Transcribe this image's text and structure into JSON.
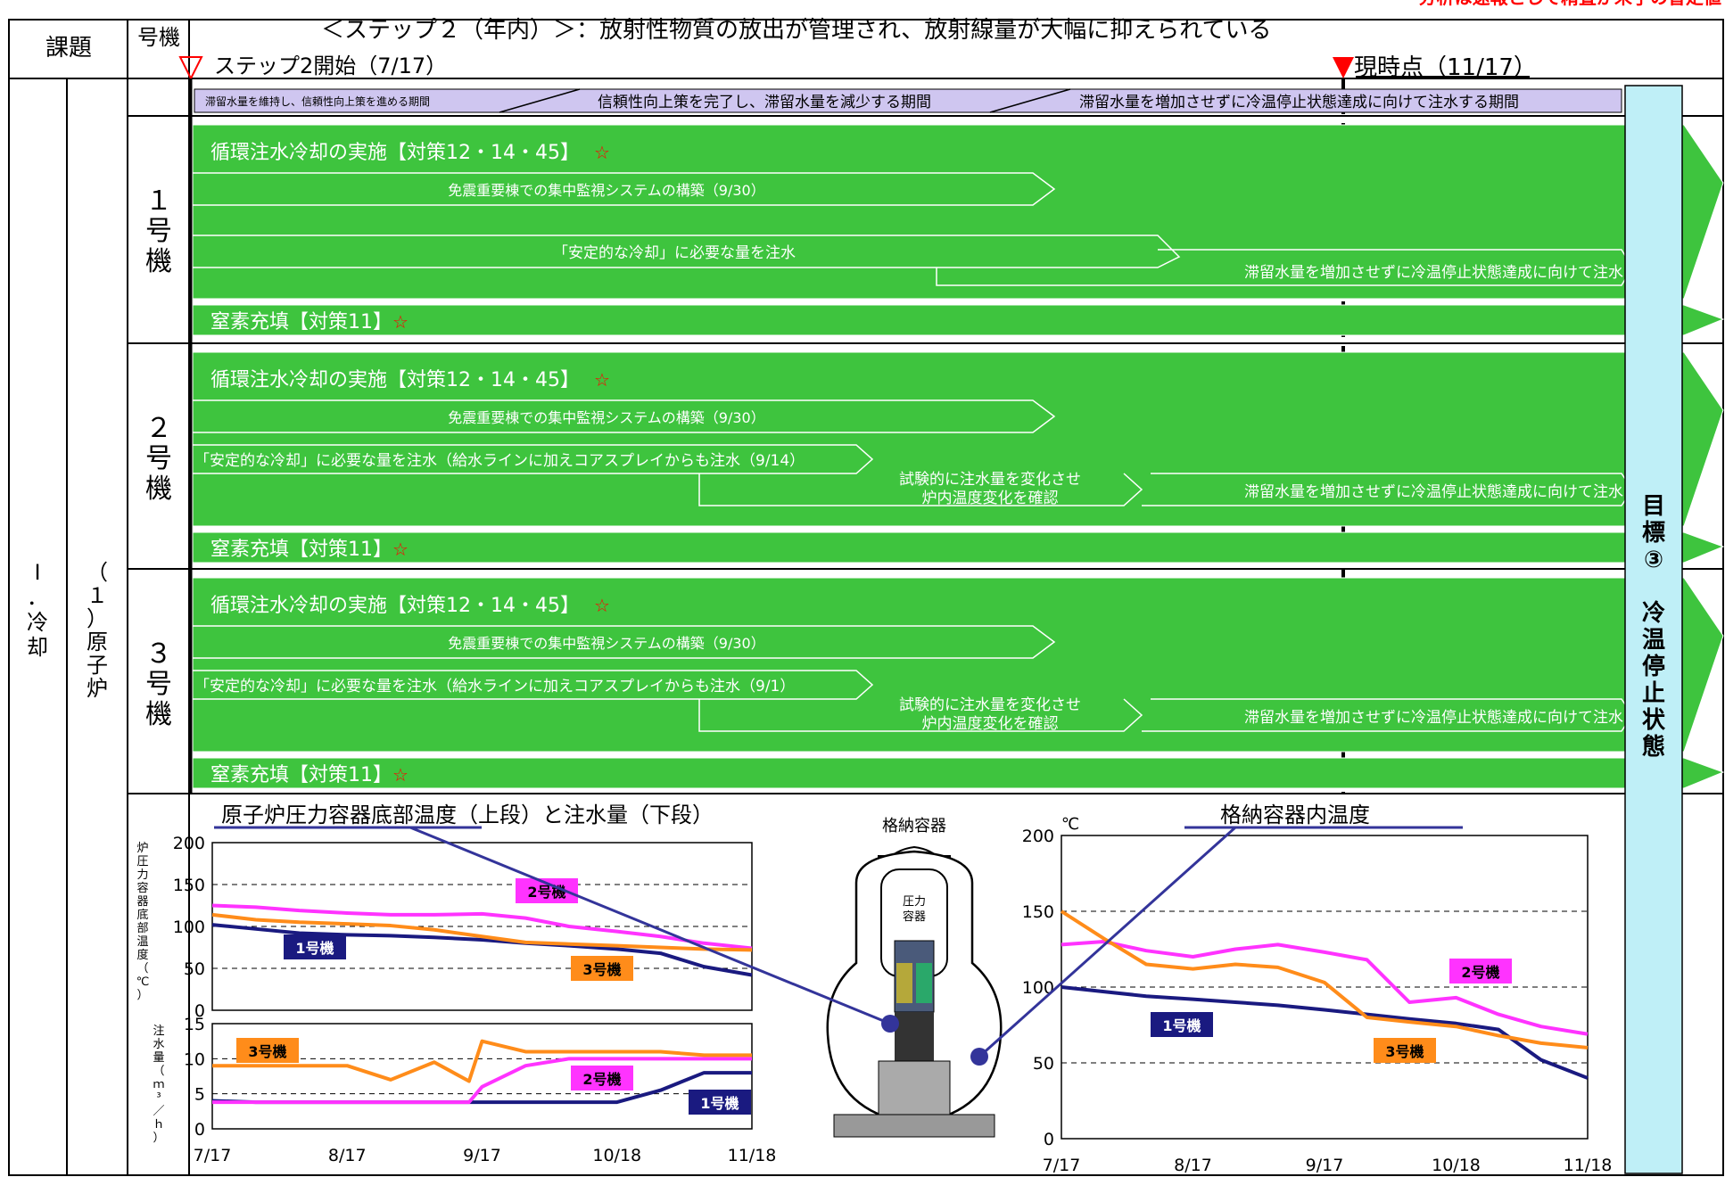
{
  "corner_note": "分析は速報として精査が未了の暫定値",
  "header": {
    "col_issue": "課題",
    "col_unit": "号機",
    "title": "＜ステップ２（年内）＞：放射性物質の放出が管理され、放射線量が大幅に抑えられている",
    "step_start": "ステップ2開始（7/17）",
    "current": "現時点（11/17）"
  },
  "left": {
    "category_lines": [
      "Ⅰ",
      "．",
      "冷",
      "却"
    ],
    "subcategory_lines": [
      "（",
      "１",
      "）",
      "原",
      "子",
      "炉"
    ]
  },
  "phases": [
    "滞留水量を維持し、信頼性向上策を進める期間",
    "信頼性向上策を完了し、滞留水量を減少する期間",
    "滞留水量を増加させずに冷温停止状態達成に向けて注水する期間"
  ],
  "units": [
    {
      "label_lines": [
        "１",
        "号",
        "機"
      ],
      "main_title": "循環注水冷却の実施【対策12・14・45】",
      "star": "☆",
      "task1": "免震重要棟での集中監視システムの構築（9/30）",
      "task2": "「安定的な冷却」に必要な量を注水",
      "task3": "",
      "task4": "滞留水量を増加させずに冷温停止状態達成に向けて注水",
      "nitrogen": "窒素充填【対策11】"
    },
    {
      "label_lines": [
        "２",
        "号",
        "機"
      ],
      "main_title": "循環注水冷却の実施【対策12・14・45】",
      "star": "☆",
      "task1": "免震重要棟での集中監視システムの構築（9/30）",
      "task2": "「安定的な冷却」に必要な量を注水（給水ラインに加えコアスプレイからも注水（9/14）",
      "task3": "試験的に注水量を変化させ\n炉内温度変化を確認",
      "task4": "滞留水量を増加させずに冷温停止状態達成に向けて注水",
      "nitrogen": "窒素充填【対策11】"
    },
    {
      "label_lines": [
        "３",
        "号",
        "機"
      ],
      "main_title": "循環注水冷却の実施【対策12・14・45】",
      "star": "☆",
      "task1": "免震重要棟での集中監視システムの構築（9/30）",
      "task2": "「安定的な冷却」に必要な量を注水（給水ラインに加えコアスプレイからも注水（9/1）",
      "task3": "試験的に注水量を変化させ\n炉内温度変化を確認",
      "task4": "滞留水量を増加させずに冷温停止状態達成に向けて注水",
      "nitrogen": "窒素充填【対策11】"
    }
  ],
  "goal": {
    "lines": [
      "目",
      "標",
      "③",
      "",
      "冷",
      "温",
      "停",
      "止",
      "状",
      "態"
    ]
  },
  "diagram": {
    "container_label": "格納容器",
    "vessel_lines": [
      "圧力",
      "容器"
    ]
  },
  "colors": {
    "green": "#3ec43e",
    "phase_bg": "#cfc6f0",
    "goal_bg": "#bfeff7",
    "marker": "#ff0000",
    "unit1": "#1a1a80",
    "unit2": "#ff33ff",
    "unit3": "#ff8c1a",
    "link_line": "#33349a"
  },
  "chart_data": [
    {
      "type": "line",
      "title": "原子炉圧力容器底部温度（上段）と注水量（下段）",
      "ylabel": "炉圧力容器底部温度（℃）",
      "x_ticks": [
        "7/17",
        "8/17",
        "9/17",
        "10/18",
        "11/18"
      ],
      "ylim": [
        0,
        200
      ],
      "y_ticks": [
        "0",
        "50",
        "100",
        "150",
        "200"
      ],
      "grid": "horizontal dashed",
      "x": [
        "7/17",
        "7/27",
        "8/6",
        "8/17",
        "8/27",
        "9/6",
        "9/17",
        "9/27",
        "10/7",
        "10/18",
        "10/28",
        "11/7",
        "11/18"
      ],
      "series": [
        {
          "name": "1号機",
          "values": [
            102,
            97,
            92,
            90,
            89,
            87,
            84,
            80,
            77,
            73,
            68,
            52,
            42
          ]
        },
        {
          "name": "2号機",
          "values": [
            125,
            123,
            119,
            116,
            114,
            114,
            115,
            110,
            100,
            94,
            88,
            80,
            74
          ]
        },
        {
          "name": "3号機",
          "values": [
            114,
            108,
            105,
            103,
            101,
            96,
            88,
            81,
            79,
            77,
            75,
            73,
            72
          ]
        }
      ]
    },
    {
      "type": "line",
      "ylabel": "注水量（ｍ³／ｈ）",
      "x_ticks": [
        "7/17",
        "8/17",
        "9/17",
        "10/18",
        "11/18"
      ],
      "ylim": [
        0,
        15
      ],
      "y_ticks": [
        "0",
        "5",
        "10",
        "15"
      ],
      "grid": "horizontal dashed",
      "x": [
        "7/17",
        "7/27",
        "8/6",
        "8/17",
        "8/27",
        "9/6",
        "9/14",
        "9/17",
        "9/27",
        "10/7",
        "10/18",
        "10/28",
        "11/7",
        "11/18"
      ],
      "series": [
        {
          "name": "1号機",
          "values": [
            4,
            3.8,
            3.8,
            3.8,
            3.8,
            3.8,
            3.8,
            3.8,
            3.8,
            3.8,
            3.8,
            5.5,
            8,
            8
          ]
        },
        {
          "name": "2号機",
          "values": [
            3.8,
            3.8,
            3.8,
            3.8,
            3.8,
            3.8,
            3.8,
            6,
            9,
            10,
            10,
            10,
            10,
            10
          ]
        },
        {
          "name": "3号機",
          "values": [
            9,
            9,
            9,
            9,
            7,
            9.5,
            6.8,
            12.5,
            11,
            11,
            11,
            11,
            10.5,
            10.5
          ]
        }
      ]
    },
    {
      "type": "line",
      "title": "格納容器内温度",
      "ylabel": "℃",
      "x_ticks": [
        "7/17",
        "8/17",
        "9/17",
        "10/18",
        "11/18"
      ],
      "ylim": [
        0,
        200
      ],
      "y_ticks": [
        "0",
        "50",
        "100",
        "150",
        "200"
      ],
      "grid": "horizontal dashed",
      "x": [
        "7/17",
        "7/27",
        "8/6",
        "8/17",
        "8/27",
        "9/6",
        "9/17",
        "9/27",
        "10/7",
        "10/18",
        "10/28",
        "11/7",
        "11/18"
      ],
      "series": [
        {
          "name": "1号機",
          "values": [
            100,
            97,
            94,
            92,
            90,
            88,
            85,
            82,
            79,
            76,
            72,
            52,
            40
          ]
        },
        {
          "name": "2号機",
          "values": [
            128,
            130,
            124,
            120,
            125,
            128,
            123,
            118,
            90,
            93,
            82,
            74,
            69
          ]
        },
        {
          "name": "3号機",
          "values": [
            150,
            132,
            115,
            112,
            115,
            113,
            103,
            80,
            77,
            74,
            68,
            63,
            60
          ]
        }
      ]
    }
  ]
}
